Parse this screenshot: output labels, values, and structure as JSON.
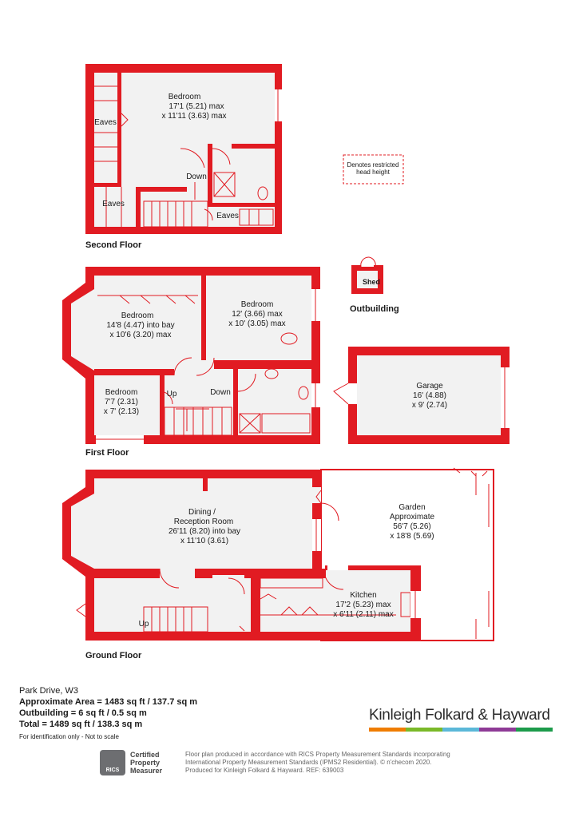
{
  "rooms": {
    "second_bedroom": {
      "name": "Bedroom",
      "dim1": "17'1 (5.21) max",
      "dim2": "x 11'11 (3.63) max"
    },
    "eaves": "Eaves",
    "down": "Down",
    "restricted": {
      "line1": "Denotes restricted",
      "line2": "head height"
    },
    "first_bedroom_bay": {
      "name": "Bedroom",
      "dim1": "14'8 (4.47) into bay",
      "dim2": "x 10'6 (3.20) max"
    },
    "first_bedroom_rear": {
      "name": "Bedroom",
      "dim1": "12' (3.66) max",
      "dim2": "x 10' (3.05) max"
    },
    "first_bedroom_small": {
      "name": "Bedroom",
      "dim1": "7'7 (2.31)",
      "dim2": "x 7' (2.13)"
    },
    "up": "Up",
    "shed": "Shed",
    "garage": {
      "name": "Garage",
      "dim1": "16' (4.88)",
      "dim2": "x 9' (2.74)"
    },
    "dining": {
      "name1": "Dining /",
      "name2": "Reception Room",
      "dim1": "26'11 (8.20) into bay",
      "dim2": "x 11'10 (3.61)"
    },
    "garden": {
      "name1": "Garden",
      "name2": "Approximate",
      "dim1": "56'7 (5.26)",
      "dim2": "x 18'8 (5.69)"
    },
    "kitchen": {
      "name": "Kitchen",
      "dim1": "17'2 (5.23) max",
      "dim2": "x 6'11 (2.11) max"
    }
  },
  "floors": {
    "second": "Second Floor",
    "first": "First Floor",
    "outbuilding": "Outbuilding",
    "ground": "Ground Floor"
  },
  "info": {
    "address": "Park Drive, W3",
    "area": "Approximate Area = 1483 sq ft / 137.7 sq m",
    "outbuilding": "Outbuilding = 6 sq ft / 0.5 sq m",
    "total": "Total = 1489 sq ft / 138.3 sq m",
    "note": "For identification only - Not to scale"
  },
  "brand": {
    "name": "Kinleigh Folkard & Hayward",
    "colors": [
      "#ef7d00",
      "#7ab929",
      "#5bb8d8",
      "#8e3a96",
      "#1d9b4b"
    ]
  },
  "rics": {
    "mark": "RICS",
    "line1": "Certified",
    "line2": "Property",
    "line3": "Measurer"
  },
  "footer": {
    "line1": "Floor plan produced in accordance with RICS Property Measurement Standards incorporating",
    "line2": "International Property Measurement Standards (IPMS2 Residential).  © n'checom 2020.",
    "line3": "Produced for Kinleigh Folkard & Hayward.   REF: 639003"
  },
  "colors": {
    "wall": "#e11b22",
    "room": "#f2f2f2"
  }
}
